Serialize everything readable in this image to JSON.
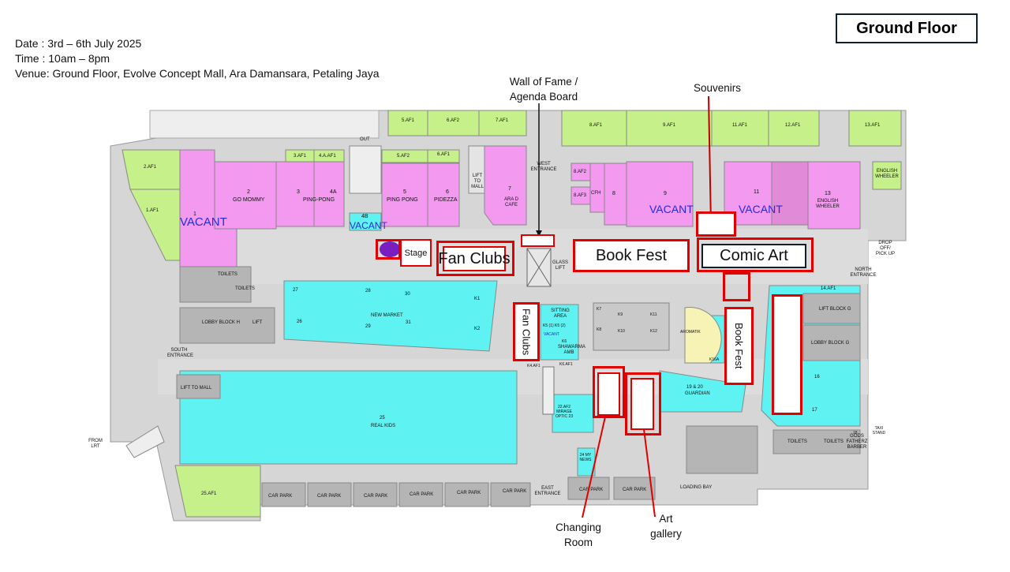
{
  "header": {
    "floor_title": "Ground Floor",
    "date": "Date : 3rd – 6th July 2025",
    "time": "Time : 10am – 8pm",
    "venue": "Venue: Ground Floor, Evolve Concept Mall, Ara Damansara, Petaling Jaya"
  },
  "callouts": {
    "wall_of_fame_line1": "Wall of Fame /",
    "wall_of_fame_line2": "Agenda Board",
    "souvenirs": "Souvenirs",
    "changing_line1": "Changing",
    "changing_line2": "Room",
    "art_line1": "Art",
    "art_line2": "gallery"
  },
  "zones": {
    "stage": "Stage",
    "fan_clubs_main": "Fan Clubs",
    "book_fest_main": "Book Fest",
    "comic_art": "Comic Art",
    "fan_clubs_side": "Fan Clubs",
    "book_fest_side": "Book Fest"
  },
  "map_labels": {
    "vacant": "VACANT",
    "u1": "1",
    "u2": "2",
    "go_mommy": "GO MOMMY",
    "u3": "3",
    "u4a": "4A",
    "ping_pong_34": "PING-PONG",
    "u5": "5",
    "ping_pong_5": "PING PONG",
    "u6": "6",
    "pidezza": "PIDEZZA",
    "lift_to_mall_top": "LIFT TO MALL",
    "u7": "7",
    "ara_d_cafe": "ARA D CAFE",
    "west_entrance": "WEST ENTRANCE",
    "u8af2": "8.AF2",
    "u8af3": "8.AF3",
    "cfh": "CFH",
    "u8": "8",
    "u9": "9",
    "u11": "11",
    "u13": "13",
    "english_wheeler": "ENGLISH WHEELER",
    "u4b": "4B",
    "u5af1": "5.AF1",
    "u6af2": "6.AF2",
    "u7af1": "7.AF1",
    "u8af1": "8.AF1",
    "u9af1": "9.AF1",
    "u11af1": "11.AF1",
    "u12af1": "12.AF1",
    "u13af1": "13.AF1",
    "u3af1": "3.AF1",
    "u4aaf1": "4.A.AF1",
    "u5af2": "5.AF2",
    "u6af1": "6.AF1",
    "out": "OUT",
    "u2af1": "2.AF1",
    "u1af1": "1.AF1",
    "u25af1": "25.AF1",
    "english_wheeler_right": "ENGLISH WHEELER",
    "toilets": "TOILETS",
    "lobby_block_h": "LOBBY BLOCK H",
    "lift": "LIFT",
    "south_entrance": "SOUTH ENTRANCE",
    "lift_to_mall": "LIFT TO MALL",
    "from_lrt": "FROM LRT",
    "new_market": "NEW MARKET",
    "u26": "26",
    "u27": "27",
    "u28": "28",
    "u29": "29",
    "u30": "30",
    "u31": "31",
    "k1": "K1",
    "k2": "K2",
    "real_kids": "REAL KIDS",
    "u25": "25",
    "glass_lift": "GLASS LIFT",
    "sitting_area": "SITTING AREA",
    "shawarma": "SHAWARMA AMB",
    "k4af1": "K4.AF1",
    "k6af1": "K6.AF1",
    "k5": "K5 (1) K5 (2)",
    "vacant_small": "VACANT",
    "k6": "K6",
    "k7": "K7",
    "k8": "K8",
    "k9": "K9",
    "k10": "K10",
    "k11": "K11",
    "k12": "K12",
    "aromatik": "AROMATIK",
    "k16a": "K16A",
    "guardian_num": "19 & 20",
    "guardian": "GUARDIAN",
    "mirage": "22.AF2 MIRAGE OPTIC 23",
    "my_news": "24 MY NEWS",
    "car_park": "CAR PARK",
    "east_entrance": "EAST ENTRANCE",
    "loading_bay": "LOADING BAY",
    "u14af1": "14.AF1",
    "lift_block_g": "LIFT BLOCK G",
    "lobby_block_g": "LOBBY BLOCK G",
    "u16": "16",
    "u17": "17",
    "north_entrance": "NORTH ENTRANCE",
    "drop_off": "DROP OFF/ PICK UP",
    "toilets_right": "TOILETS",
    "toilets_right2": "TOILETS",
    "gods_father": "GODS FATHERZ BARBER",
    "taxi_stand": "TAXI STAND",
    "u18": "18"
  },
  "colors": {
    "pink": "#f39af0",
    "green": "#c6f08a",
    "cyan": "#5ff2f2",
    "grey": "#bdbdbd",
    "corridor": "#d9d9d9",
    "highlight": "#e00000"
  }
}
